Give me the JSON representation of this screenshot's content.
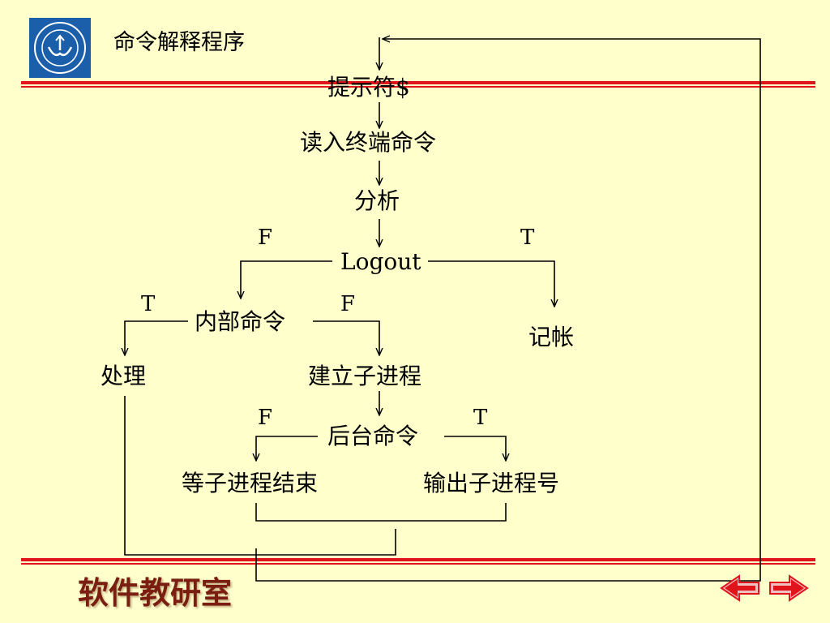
{
  "header": {
    "title": "命令解释程序"
  },
  "footer": {
    "label": "软件教研室"
  },
  "flow": {
    "prompt": "提示符$",
    "read": "读入终端命令",
    "analyze": "分析",
    "logout": "Logout",
    "internal": "内部命令",
    "log": "记帐",
    "handle": "处理",
    "create_child": "建立子进程",
    "background": "后台命令",
    "wait_child": "等子进程结束",
    "print_pid": "输出子进程号"
  },
  "flags": {
    "logout_false": "F",
    "logout_true": "T",
    "internal_true": "T",
    "internal_false": "F",
    "background_false": "F",
    "background_true": "T"
  },
  "nav": {
    "prev_icon": "arrow-left-icon",
    "next_icon": "arrow-right-icon"
  },
  "colors": {
    "background": "#FFFFCC",
    "rule": "#E0141B",
    "footer_text": "#7A1E12",
    "nav_button": "#E0141B"
  }
}
